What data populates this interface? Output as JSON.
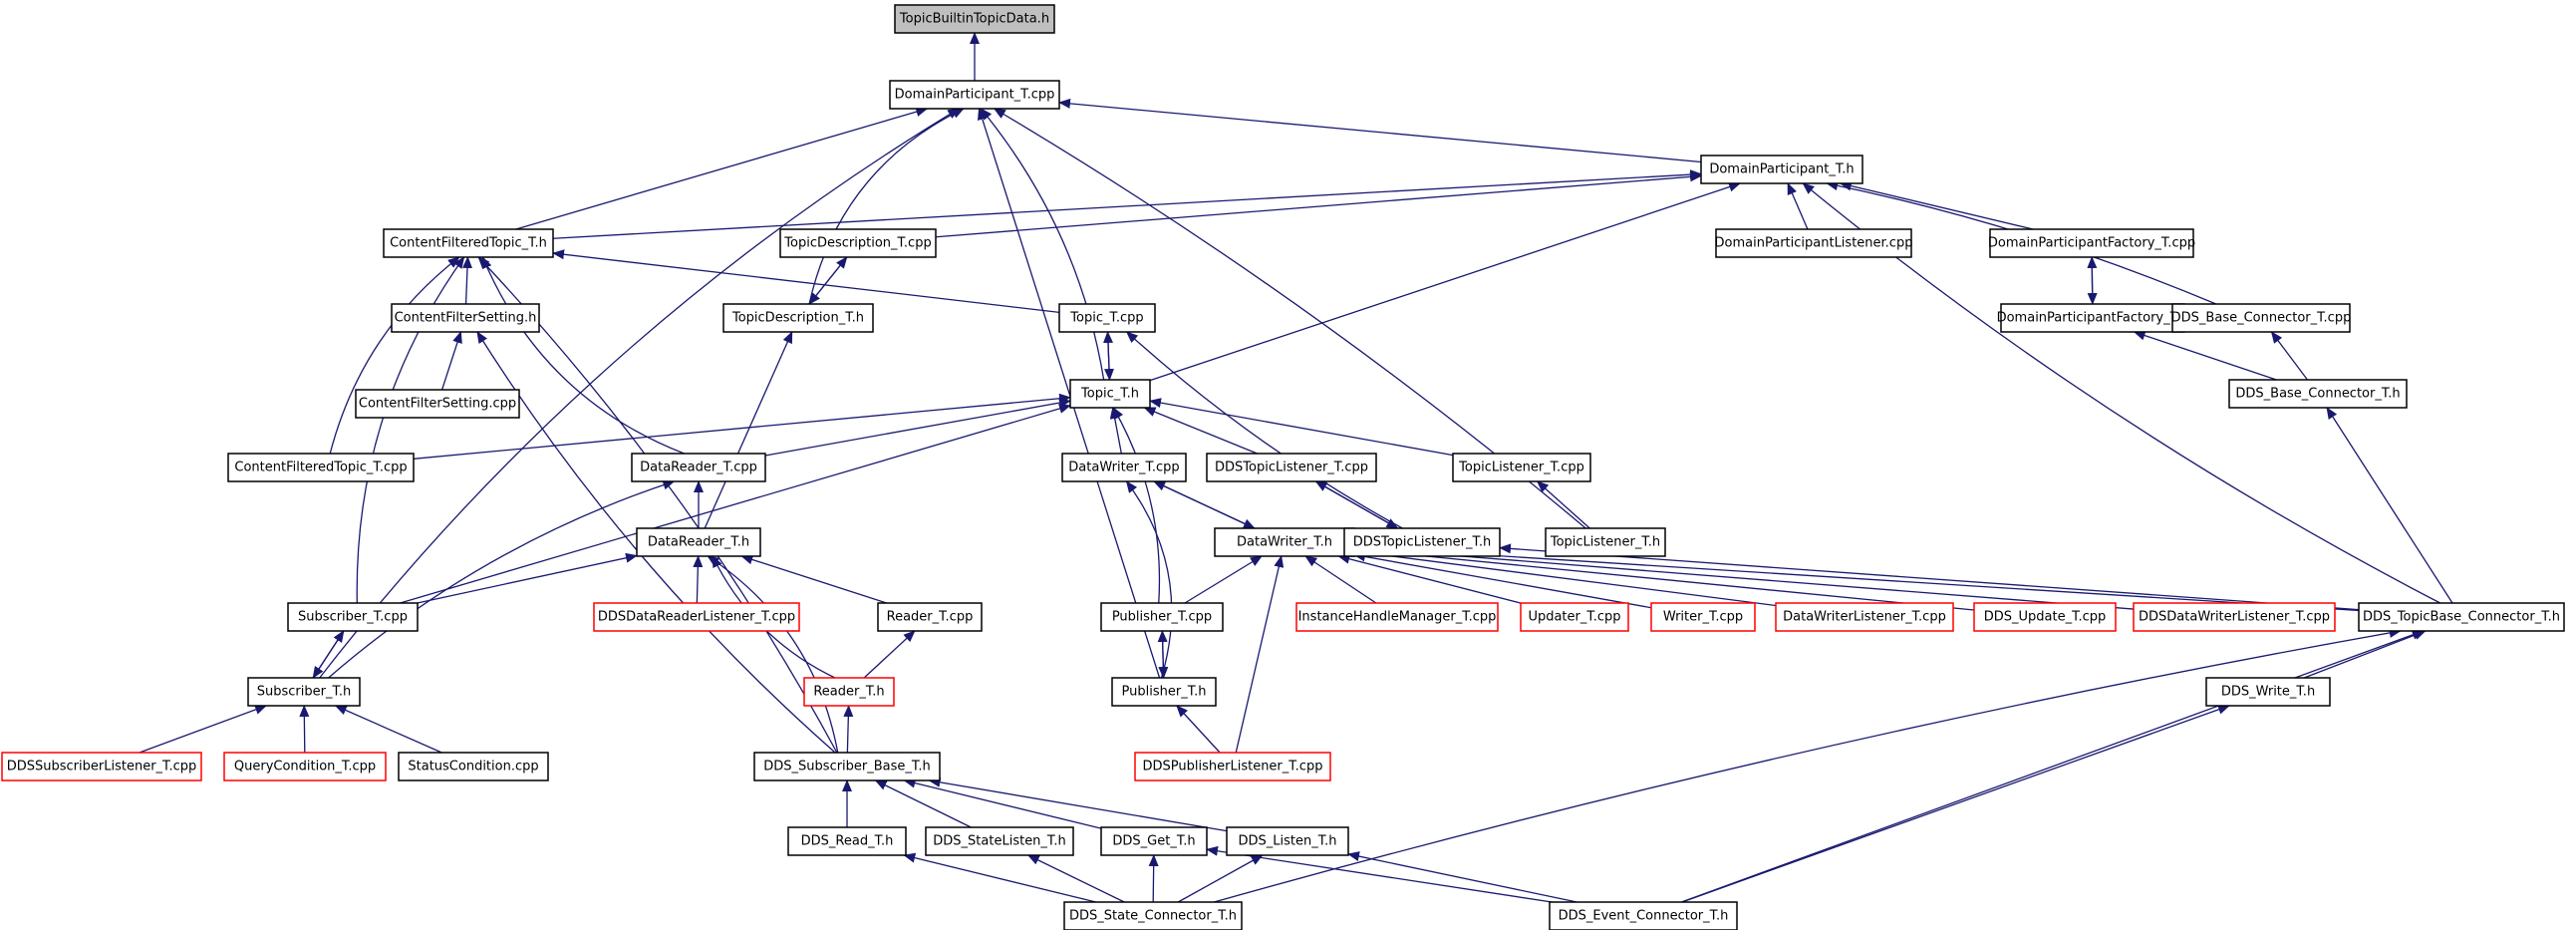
{
  "nodes": {
    "root": {
      "label": "TopicBuiltinTopicData.h"
    },
    "dp_cpp": {
      "label": "DomainParticipant_T.cpp"
    },
    "dp_h": {
      "label": "DomainParticipant_T.h"
    },
    "cft_h": {
      "label": "ContentFilteredTopic_T.h"
    },
    "td_cpp": {
      "label": "TopicDescription_T.cpp"
    },
    "dpl_cpp": {
      "label": "DomainParticipantListener.cpp"
    },
    "dpf_cpp": {
      "label": "DomainParticipantFactory_T.cpp"
    },
    "cfs_h": {
      "label": "ContentFilterSetting.h"
    },
    "td_h": {
      "label": "TopicDescription_T.h"
    },
    "topic_cpp": {
      "label": "Topic_T.cpp"
    },
    "dpf_h": {
      "label": "DomainParticipantFactory_T.h"
    },
    "dbc_cpp": {
      "label": "DDS_Base_Connector_T.cpp"
    },
    "cfs_cpp": {
      "label": "ContentFilterSetting.cpp"
    },
    "topic_h": {
      "label": "Topic_T.h"
    },
    "dbc_h": {
      "label": "DDS_Base_Connector_T.h"
    },
    "cft_cpp": {
      "label": "ContentFilteredTopic_T.cpp"
    },
    "dr_cpp": {
      "label": "DataReader_T.cpp"
    },
    "dw_cpp": {
      "label": "DataWriter_T.cpp"
    },
    "dtl_cpp": {
      "label": "DDSTopicListener_T.cpp"
    },
    "tl_cpp": {
      "label": "TopicListener_T.cpp"
    },
    "dr_h": {
      "label": "DataReader_T.h"
    },
    "dw_h": {
      "label": "DataWriter_T.h"
    },
    "dtl_h": {
      "label": "DDSTopicListener_T.h"
    },
    "tl_h": {
      "label": "TopicListener_T.h"
    },
    "sub_cpp": {
      "label": "Subscriber_T.cpp"
    },
    "ddrl_cpp": {
      "label": "DDSDataReaderListener_T.cpp"
    },
    "reader_cpp": {
      "label": "Reader_T.cpp"
    },
    "pub_cpp": {
      "label": "Publisher_T.cpp"
    },
    "ihm_cpp": {
      "label": "InstanceHandleManager_T.cpp"
    },
    "upd_cpp": {
      "label": "Updater_T.cpp"
    },
    "writer_cpp": {
      "label": "Writer_T.cpp"
    },
    "dwl_cpp": {
      "label": "DataWriterListener_T.cpp"
    },
    "dds_upd_cpp": {
      "label": "DDS_Update_T.cpp"
    },
    "ddwl_cpp": {
      "label": "DDSDataWriterListener_T.cpp"
    },
    "dtbc_h": {
      "label": "DDS_TopicBase_Connector_T.h"
    },
    "sub_h": {
      "label": "Subscriber_T.h"
    },
    "reader_h": {
      "label": "Reader_T.h"
    },
    "pub_h": {
      "label": "Publisher_T.h"
    },
    "dds_write_h": {
      "label": "DDS_Write_T.h"
    },
    "dsl_cpp": {
      "label": "DDSSubscriberListener_T.cpp"
    },
    "qc_cpp": {
      "label": "QueryCondition_T.cpp"
    },
    "sc_cpp": {
      "label": "StatusCondition.cpp"
    },
    "dsb_h": {
      "label": "DDS_Subscriber_Base_T.h"
    },
    "dpl_pub_cpp": {
      "label": "DDSPublisherListener_T.cpp"
    },
    "dds_read_h": {
      "label": "DDS_Read_T.h"
    },
    "dds_sl_h": {
      "label": "DDS_StateListen_T.h"
    },
    "dds_get_h": {
      "label": "DDS_Get_T.h"
    },
    "dds_listen_h": {
      "label": "DDS_Listen_T.h"
    },
    "dsc_h": {
      "label": "DDS_State_Connector_T.h"
    },
    "dec_h": {
      "label": "DDS_Event_Connector_T.h"
    }
  },
  "colors": {
    "edge": "#191970",
    "root_fill": "#bfbfbf",
    "missing_border": "#ff0000"
  }
}
